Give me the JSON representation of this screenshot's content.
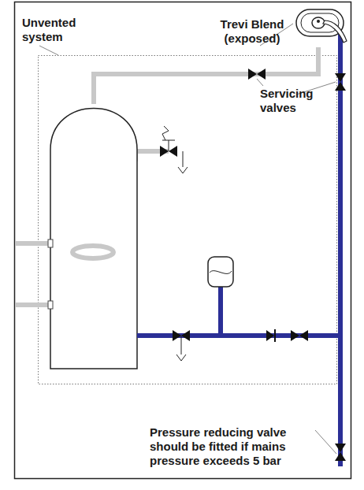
{
  "diagram": {
    "labels": [
      "Unvented system",
      "Trevi Blend (exposed)",
      "Servicing valves",
      "Pressure reducing valve should be fitted if mains pressure exceeds 5 bar"
    ]
  }
}
